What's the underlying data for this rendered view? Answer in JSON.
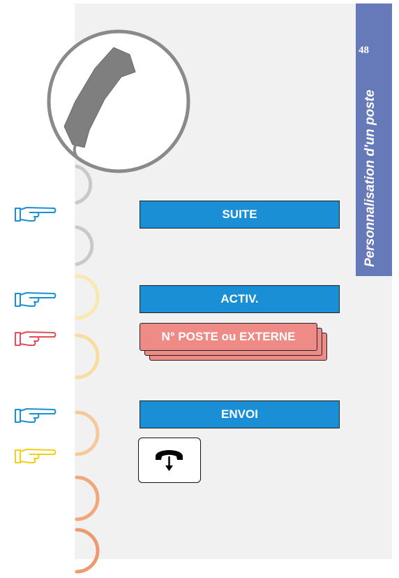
{
  "page": {
    "number": "48",
    "section_title": "Personnalisation d'un poste"
  },
  "keys": {
    "suite": "SUITE",
    "activ": "ACTIV.",
    "numero": "N° POSTE ou EXTERNE",
    "envoi": "ENVOI"
  },
  "icons": {
    "hand": "pointing-hand-icon",
    "handset": "telephone-handset-icon",
    "hangup": "hang-up-icon"
  },
  "colors": {
    "panel": "#f1f1f2",
    "side_tab": "#6679b8",
    "key_blue": "#1b8fd6",
    "key_red": "#ef8b87",
    "hand_blue": "#1b8fd6",
    "hand_red": "#e24e5a",
    "hand_yellow": "#f2cf1a"
  }
}
